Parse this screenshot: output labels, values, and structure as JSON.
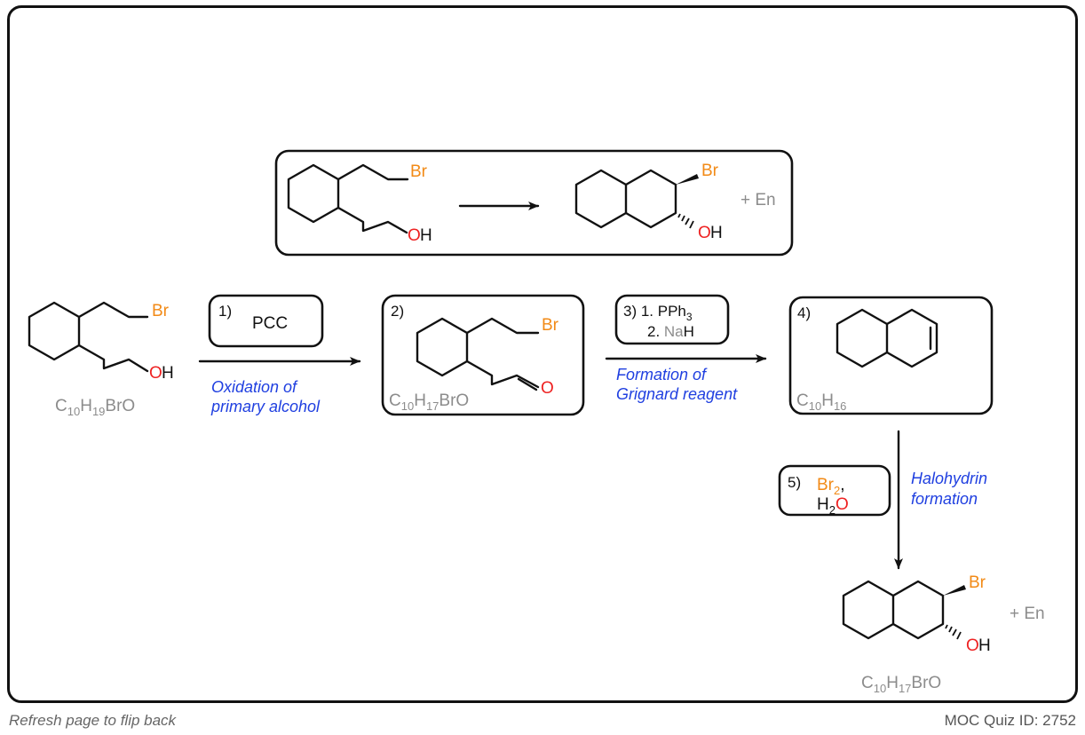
{
  "summary": {
    "product_br": "Br",
    "product_oh_o": "O",
    "product_oh_h": "H",
    "plus_en": "+ En"
  },
  "start": {
    "br": "Br",
    "o": "O",
    "h": "H",
    "formula": [
      "C",
      "10",
      "H",
      "19",
      "BrO"
    ]
  },
  "reagent1": {
    "num": "1)",
    "name": "PCC"
  },
  "arrow1_label": [
    "Oxidation of",
    "primary alcohol"
  ],
  "intermediate2": {
    "num": "2)",
    "br": "Br",
    "o": "O",
    "formula": [
      "C",
      "10",
      "H",
      "17",
      "BrO"
    ]
  },
  "reagent3": {
    "line1": "3) 1. PPh",
    "line1_sub": "3",
    "line2a": "2. ",
    "line2b": "NaH",
    "line2b_na": "Na",
    "line2b_h": "H"
  },
  "arrow3_label": [
    "Formation of",
    "Grignard reagent"
  ],
  "intermediate4": {
    "num": "4)",
    "formula": [
      "C",
      "10",
      "H",
      "16"
    ]
  },
  "reagent5": {
    "num": "5)",
    "br2": "Br",
    "br2_sub": "2",
    "comma": ",",
    "h2o_h": "H",
    "h2o_sub": "2",
    "h2o_o": "O"
  },
  "arrow5_label": [
    "Halohydrin",
    "formation"
  ],
  "final": {
    "br": "Br",
    "o": "O",
    "h": "H",
    "plus_en": "+ En",
    "formula": [
      "C",
      "10",
      "H",
      "17",
      "BrO"
    ]
  },
  "footer": {
    "left": "Refresh page to flip back",
    "right": "MOC Quiz ID: 2752"
  },
  "colors": {
    "bromine": "#f28a16",
    "oxygen": "#ee2222",
    "annotation": "#1f3fe0",
    "formula": "#8c8c8c"
  }
}
